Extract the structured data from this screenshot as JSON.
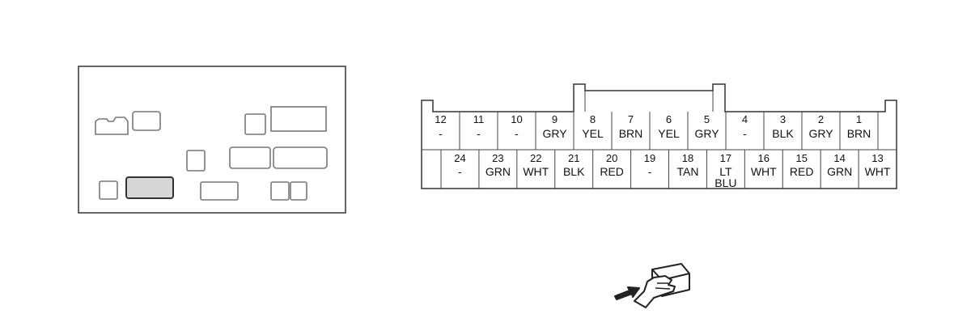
{
  "connector": {
    "top_row": [
      {
        "pin": "12",
        "color": "-"
      },
      {
        "pin": "11",
        "color": "-"
      },
      {
        "pin": "10",
        "color": "-"
      },
      {
        "pin": "9",
        "color": "GRY"
      },
      {
        "pin": "8",
        "color": "YEL"
      },
      {
        "pin": "7",
        "color": "BRN"
      },
      {
        "pin": "6",
        "color": "YEL"
      },
      {
        "pin": "5",
        "color": "GRY"
      },
      {
        "pin": "4",
        "color": "-"
      },
      {
        "pin": "3",
        "color": "BLK"
      },
      {
        "pin": "2",
        "color": "GRY"
      },
      {
        "pin": "1",
        "color": "BRN"
      }
    ],
    "bottom_row": [
      {
        "pin": "24",
        "color": "-"
      },
      {
        "pin": "23",
        "color": "GRN"
      },
      {
        "pin": "22",
        "color": "WHT"
      },
      {
        "pin": "21",
        "color": "BLK"
      },
      {
        "pin": "20",
        "color": "RED"
      },
      {
        "pin": "19",
        "color": "-"
      },
      {
        "pin": "18",
        "color": "TAN"
      },
      {
        "pin": "17",
        "color": "LT BLU"
      },
      {
        "pin": "16",
        "color": "WHT"
      },
      {
        "pin": "15",
        "color": "RED"
      },
      {
        "pin": "14",
        "color": "GRN"
      },
      {
        "pin": "13",
        "color": "WHT"
      }
    ]
  },
  "locator": {
    "highlighted_connector": "shaded"
  },
  "icon": {
    "name": "hand-pushing-connector-icon"
  }
}
